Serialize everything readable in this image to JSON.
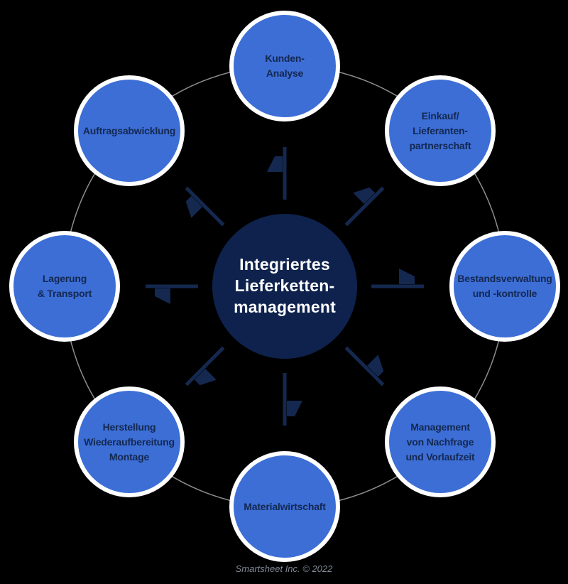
{
  "page": {
    "footer_credit": "Smartsheet Inc. © 2022"
  },
  "diagram": {
    "center_node": {
      "lines": [
        "Integriertes",
        "Lieferketten-",
        "management"
      ]
    },
    "nodes": [
      {
        "id": "kunden-analyse",
        "lines": [
          "Kunden-",
          "Analyse"
        ]
      },
      {
        "id": "einkauf-lieferantenpartnerschaft",
        "lines": [
          "Einkauf/",
          "Lieferanten-",
          "partnerschaft"
        ]
      },
      {
        "id": "bestandsverwaltung-und-kontrolle",
        "lines": [
          "Bestandsverwaltung",
          "und -kontrolle"
        ]
      },
      {
        "id": "management-von-nachfrage-und-vorlaufzeit",
        "lines": [
          "Management",
          "von Nachfrage",
          "und Vorlaufzeit"
        ]
      },
      {
        "id": "materialwirtschaft",
        "lines": [
          "Materialwirtschaft"
        ]
      },
      {
        "id": "herstellung-wiederaufbereitung-montage",
        "lines": [
          "Herstellung",
          "Wiederaufbereitung",
          "Montage"
        ]
      },
      {
        "id": "lagerung-und-transport",
        "lines": [
          "Lagerung",
          "& Transport"
        ]
      },
      {
        "id": "auftragsabwicklung",
        "lines": [
          "Auftragsabwicklung"
        ]
      }
    ],
    "colors": {
      "background": "#000000",
      "node_fill": "#3c6ed6",
      "node_ring": "#ffffff",
      "node_text": "#142850",
      "center_fill": "#0e224d",
      "center_text": "#ffffff",
      "arrow_color": "#142850",
      "ring_color": "#8e8e8e",
      "footer_color": "#808996"
    }
  }
}
